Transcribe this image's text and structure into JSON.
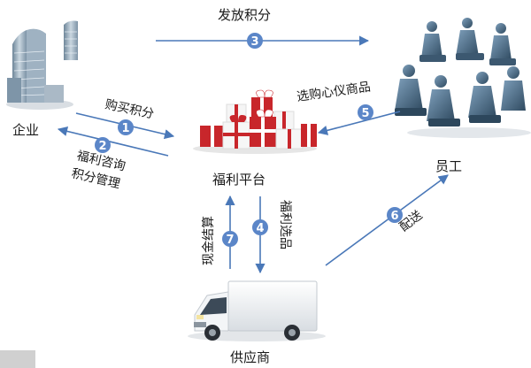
{
  "nodes": {
    "enterprise": "企业",
    "platform": "福利平台",
    "employee": "员工",
    "supplier": "供应商"
  },
  "flows": [
    {
      "step": "1",
      "label": "购买积分"
    },
    {
      "step": "2",
      "label_line1": "福利咨询",
      "label_line2": "积分管理"
    },
    {
      "step": "3",
      "label": "发放积分"
    },
    {
      "step": "4",
      "label": "福利选品"
    },
    {
      "step": "5",
      "label": "选购心仪商品"
    },
    {
      "step": "6",
      "label": "配送"
    },
    {
      "step": "7",
      "label": "现金结算"
    }
  ],
  "colors": {
    "arrow": "#4a78b8",
    "badge": "#5b86c8",
    "gift_red": "#c8262b",
    "gift_white": "#f6f6f6",
    "building": "#8fa6b8",
    "figure": "#4f6f8a"
  }
}
